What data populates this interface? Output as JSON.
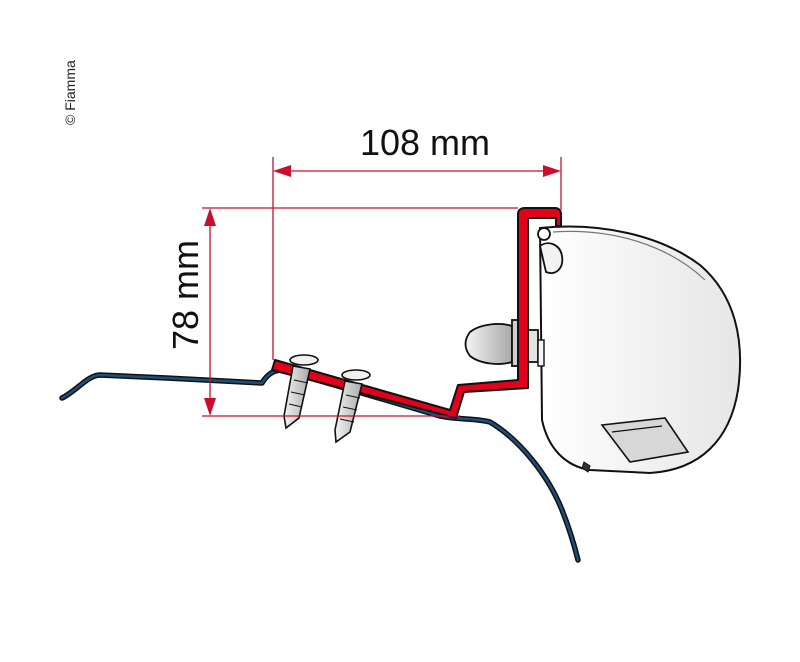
{
  "copyright": "© Fiamma",
  "dimensions": {
    "width_label": "108 mm",
    "height_label": "78 mm"
  },
  "colors": {
    "dimension_line": "#c8102e",
    "bracket_fill": "#e2001a",
    "roof_line": "#1f4e79",
    "outline": "#111111"
  }
}
